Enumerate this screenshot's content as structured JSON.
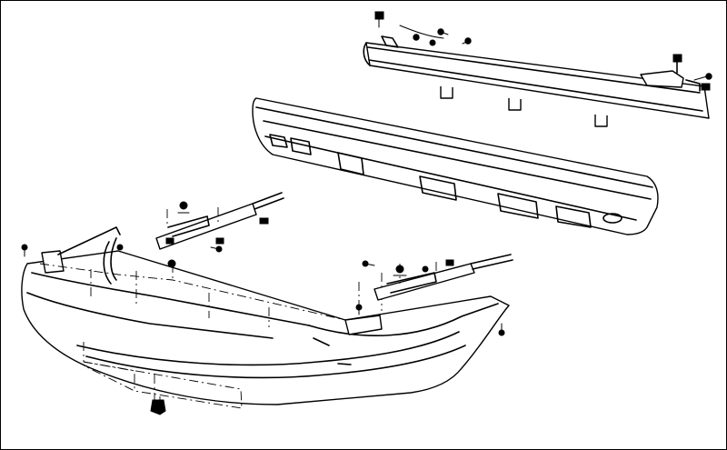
{
  "figure": {
    "parts": [
      "bumper-reinforcement-beam",
      "bumper-energy-absorber",
      "bumper-cover",
      "left-mounting-bracket",
      "right-mounting-bracket",
      "fasteners",
      "lower-spoiler"
    ],
    "colors": {
      "line": "#000000",
      "background": "#ffffff"
    }
  }
}
